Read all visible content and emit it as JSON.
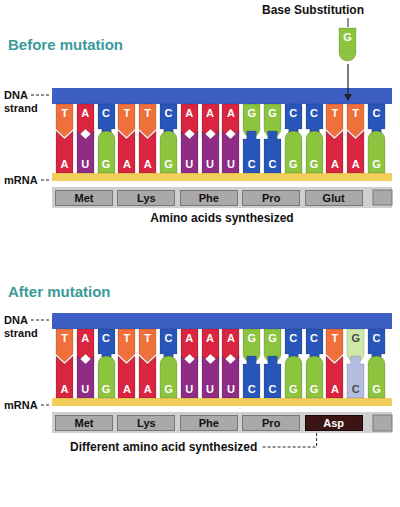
{
  "diagram": {
    "nodes": [
      {
        "text": [
          "G"
        ]
      },
      {
        "text": [
          "T"
        ]
      },
      {
        "text": [
          "A"
        ]
      },
      {
        "text": [
          "C"
        ]
      },
      {
        "text": [
          "T"
        ]
      },
      {
        "text": [
          "T"
        ]
      },
      {
        "text": [
          "C"
        ]
      },
      {
        "text": [
          "A"
        ]
      },
      {
        "text": [
          "A"
        ]
      },
      {
        "text": [
          "A"
        ]
      },
      {
        "text": [
          "G"
        ]
      },
      {
        "text": [
          "G"
        ]
      },
      {
        "text": [
          "C"
        ]
      },
      {
        "text": [
          "C"
        ]
      },
      {
        "text": [
          "T"
        ]
      },
      {
        "text": [
          "T"
        ]
      },
      {
        "text": [
          "C"
        ]
      },
      {
        "text": [
          "A"
        ]
      },
      {
        "text": [
          "U"
        ]
      },
      {
        "text": [
          "G"
        ]
      },
      {
        "text": [
          "A"
        ]
      },
      {
        "text": [
          "A"
        ]
      },
      {
        "text": [
          "G"
        ]
      },
      {
        "text": [
          "U"
        ]
      },
      {
        "text": [
          "U"
        ]
      },
      {
        "text": [
          "U"
        ]
      },
      {
        "text": [
          "C"
        ]
      },
      {
        "text": [
          "C"
        ]
      },
      {
        "text": [
          "G"
        ]
      },
      {
        "text": [
          "G"
        ]
      },
      {
        "text": [
          "A"
        ]
      },
      {
        "text": [
          "A"
        ]
      },
      {
        "text": [
          "G"
        ]
      },
      {
        "text": [
          "Met"
        ]
      },
      {
        "text": [
          "Lys"
        ]
      },
      {
        "text": [
          "Phe"
        ]
      },
      {
        "text": [
          "Pro"
        ]
      },
      {
        "text": [
          "Glut"
        ]
      },
      {
        "text": [
          "T"
        ]
      },
      {
        "text": [
          "A"
        ]
      },
      {
        "text": [
          "C"
        ]
      },
      {
        "text": [
          "T"
        ]
      },
      {
        "text": [
          "T"
        ]
      },
      {
        "text": [
          "C"
        ]
      },
      {
        "text": [
          "A"
        ]
      },
      {
        "text": [
          "A"
        ]
      },
      {
        "text": [
          "A"
        ]
      },
      {
        "text": [
          "G"
        ]
      },
      {
        "text": [
          "G"
        ]
      },
      {
        "text": [
          "C"
        ]
      },
      {
        "text": [
          "C"
        ]
      },
      {
        "text": [
          "T"
        ]
      },
      {
        "text": [
          "G"
        ]
      },
      {
        "text": [
          "C"
        ]
      },
      {
        "text": [
          "A"
        ]
      },
      {
        "text": [
          "U"
        ]
      },
      {
        "text": [
          "G"
        ]
      },
      {
        "text": [
          "A"
        ]
      },
      {
        "text": [
          "A"
        ]
      },
      {
        "text": [
          "G"
        ]
      },
      {
        "text": [
          "U"
        ]
      },
      {
        "text": [
          "U"
        ]
      },
      {
        "text": [
          "U"
        ]
      },
      {
        "text": [
          "C"
        ]
      },
      {
        "text": [
          "C"
        ]
      },
      {
        "text": [
          "G"
        ]
      },
      {
        "text": [
          "G"
        ]
      },
      {
        "text": [
          "A"
        ]
      },
      {
        "text": [
          "C"
        ]
      },
      {
        "text": [
          "G"
        ]
      },
      {
        "text": [
          "Met"
        ]
      },
      {
        "text": [
          "Lys"
        ]
      },
      {
        "text": [
          "Phe"
        ]
      },
      {
        "text": [
          "Pro"
        ]
      },
      {
        "text": [
          "Asp"
        ]
      }
    ],
    "labels": [
      "Base Substitution",
      "Before mutation",
      "DNA strand",
      "mRNA",
      "Amino acids synthesized",
      "After mutation",
      "DNA strand",
      "mRNA",
      "Different amino acid synthesized"
    ]
  }
}
